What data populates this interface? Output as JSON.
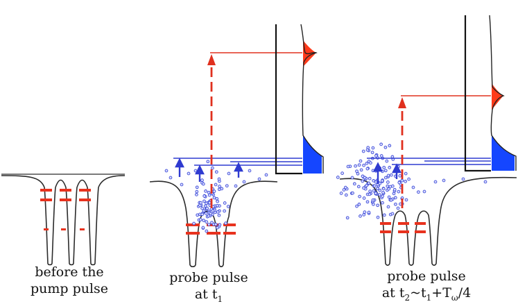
{
  "panels": [
    {
      "id": "before",
      "caption_line1": "before the",
      "caption_line2": "pump pulse"
    },
    {
      "id": "probe-t1",
      "caption_line1": "probe pulse",
      "caption_line2_prefix": "at t",
      "caption_line2_sub": "1"
    },
    {
      "id": "probe-t2",
      "caption_line1": "probe pulse",
      "caption_line2_parts": [
        {
          "text": "at t"
        },
        {
          "sub": "2"
        },
        {
          "text": "~t"
        },
        {
          "sub": "1"
        },
        {
          "text": "+T"
        },
        {
          "sub": "ω"
        },
        {
          "text": "/4"
        }
      ]
    }
  ],
  "colors": {
    "potential_line": "#2b2b2b",
    "energy_level": "#e8321e",
    "atom_dot": "#3b49d6",
    "excitation_arrow": "#2f3bd0",
    "probe_arrow": "#e0301e",
    "spectrum_low": "#1546ff",
    "spectrum_high": "#ff3a1a"
  }
}
